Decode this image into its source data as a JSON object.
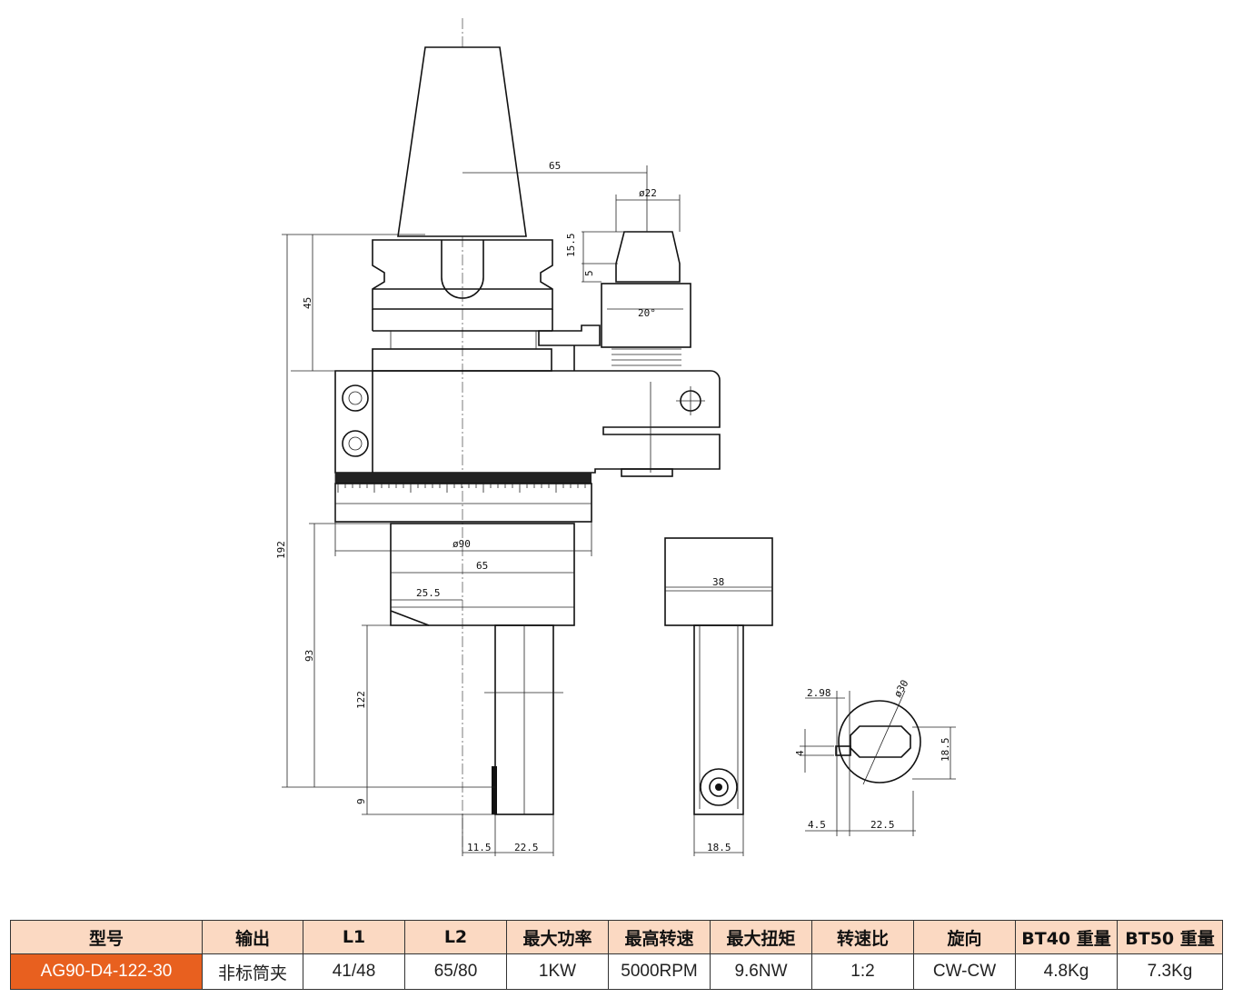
{
  "dimensions": {
    "top_offset": "65",
    "tool_diameter": "ø22",
    "d15_5": "15.5",
    "d5": "5",
    "angle": "20°",
    "d45": "45",
    "d192": "192",
    "body_diameter": "ø90",
    "width65": "65",
    "d25_5": "25.5",
    "d93": "93",
    "d122": "122",
    "d9": "9",
    "d11_5": "11.5",
    "d22_5_side": "22.5",
    "width38": "38",
    "d18_5_bottom": "18.5",
    "d2_98": "2.98",
    "collet_diameter": "ø30",
    "d4": "4",
    "d18_5_right": "18.5",
    "d4_5": "4.5",
    "d22_5_end": "22.5"
  },
  "table": {
    "headers": [
      "型号",
      "输出",
      "L1",
      "L2",
      "最大功率",
      "最高转速",
      "最大扭矩",
      "转速比",
      "旋向",
      "BT40 重量",
      "BT50 重量"
    ],
    "row": [
      "AG90-D4-122-30",
      "非标筒夹",
      "41/48",
      "65/80",
      "1KW",
      "5000RPM",
      "9.6NW",
      "1:2",
      "CW-CW",
      "4.8Kg",
      "7.3Kg"
    ]
  },
  "colors": {
    "header_bg": "#fbd9c2",
    "model_bg": "#e8601f",
    "line": "#111111"
  }
}
